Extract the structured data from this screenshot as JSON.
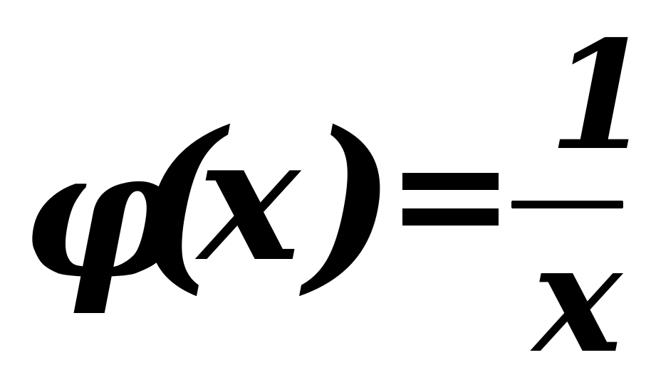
{
  "formula": {
    "function_symbol": "φ",
    "open_paren": "(",
    "argument": "x",
    "close_paren": ")",
    "numerator": "1",
    "denominator": "x"
  }
}
